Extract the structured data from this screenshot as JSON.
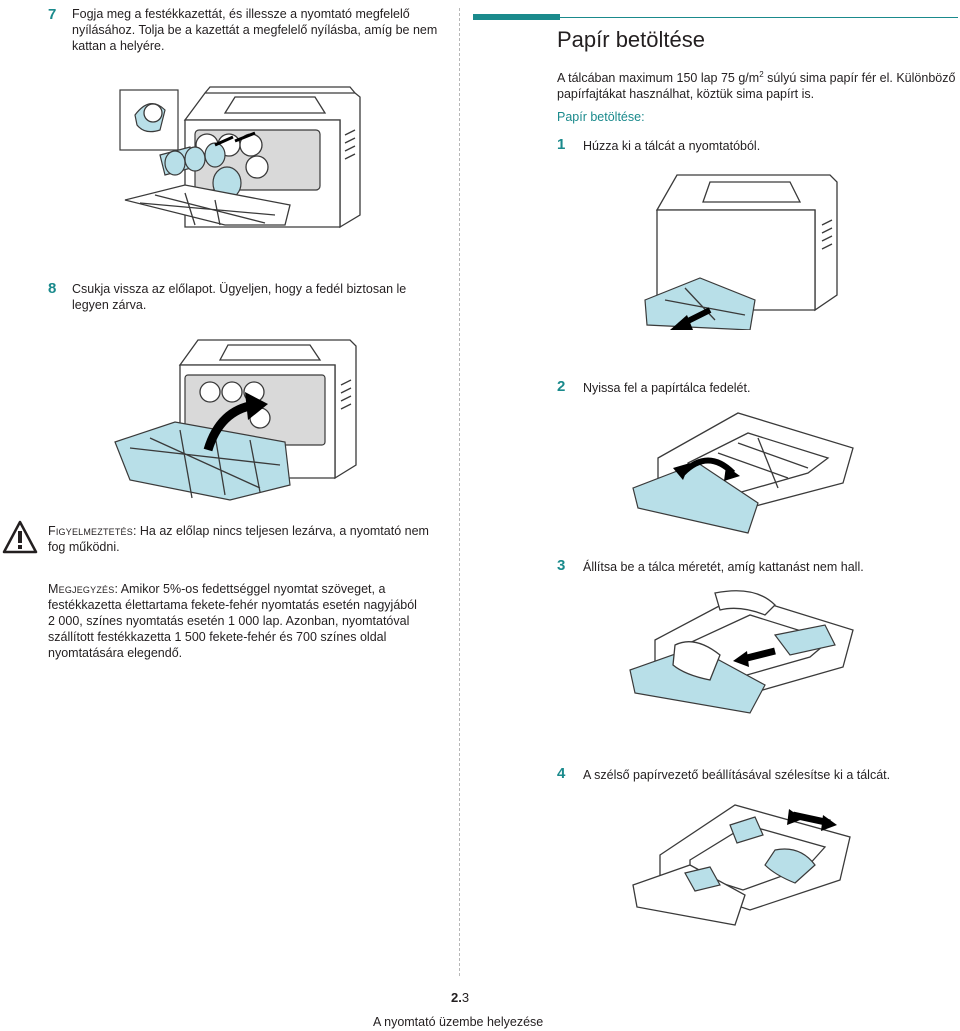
{
  "left": {
    "step7": {
      "num": "7",
      "lines": [
        "Fogja meg a festékkazettát, és illessze a nyomtató megfelelő",
        "nyílásához. Tolja be a kazettát a megfelelő nyílásba, amíg be nem",
        "kattan a helyére."
      ]
    },
    "step8": {
      "num": "8",
      "lines": [
        "Csukja vissza az előlapot. Ügyeljen, hogy a fedél biztosan le",
        "legyen zárva."
      ]
    },
    "warning": {
      "label": "Figyelmeztetés",
      "text": ": Ha az előlap nincs teljesen lezárva, a nyomtató nem",
      "text2": "fog működni."
    },
    "note": {
      "label": "Megjegyzés",
      "lines": [
        ": Amikor 5%-os fedettséggel nyomtat szöveget, a",
        "festékkazetta élettartama fekete-fehér nyomtatás esetén nagyjából",
        "2 000, színes nyomtatás esetén 1 000 lap. Azonban, nyomtatóval",
        "szállított festékkazetta 1 500 fekete-fehér és 700 színes oldal",
        "nyomtatására elegendő."
      ]
    }
  },
  "right": {
    "title": "Papír betöltése",
    "intro_a": "A tálcában maximum 150 lap 75 g/m",
    "intro_sup": "2",
    "intro_b": " súlyú sima papír fér el. Különböző",
    "intro_line2": "papírfajtákat használhat, köztük sima papírt is.",
    "loading_label": "Papír betöltése:",
    "steps": [
      {
        "num": "1",
        "text": "Húzza ki a tálcát a nyomtatóból."
      },
      {
        "num": "2",
        "text": "Nyissa fel a papírtálca fedelét."
      },
      {
        "num": "3",
        "text": "Állítsa be a tálca méretét, amíg kattanást nem hall."
      },
      {
        "num": "4",
        "text": "A szélső papírvezető beállításával szélesítse ki a tálcát."
      }
    ]
  },
  "footer": {
    "page_bold": "2.",
    "page_rest": "3",
    "caption": "A nyomtató üzembe helyezése"
  },
  "colors": {
    "accent": "#1a8a8c",
    "illustration_blue": "#b8dfe8"
  }
}
